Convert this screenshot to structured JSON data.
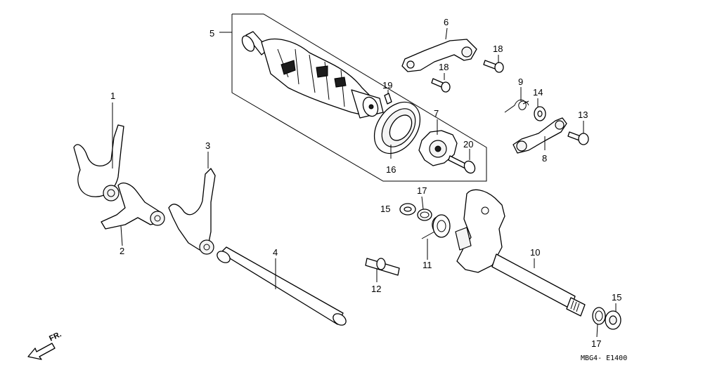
{
  "diagram": {
    "diagram_code": "MBG4- E1400",
    "direction_label": "FR.",
    "callouts": {
      "c1": "1",
      "c2": "2",
      "c3": "3",
      "c4": "4",
      "c5": "5",
      "c6": "6",
      "c7": "7",
      "c8": "8",
      "c9": "9",
      "c10": "10",
      "c11": "11",
      "c12": "12",
      "c13": "13",
      "c14": "14",
      "c15a": "15",
      "c15b": "15",
      "c16": "16",
      "c17a": "17",
      "c17b": "17",
      "c18a": "18",
      "c18b": "18",
      "c19": "19",
      "c20": "20"
    }
  }
}
